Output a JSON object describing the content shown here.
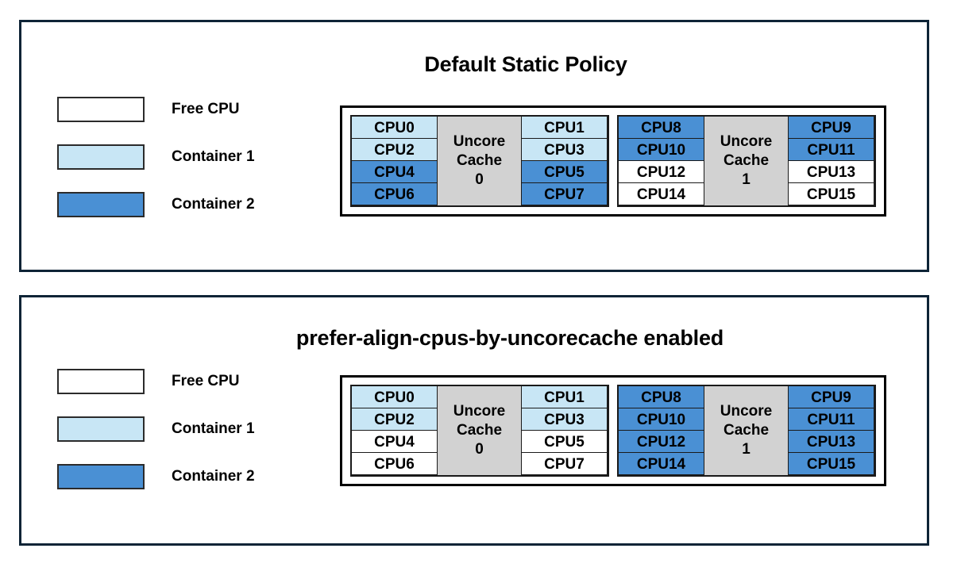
{
  "colors": {
    "free": "#ffffff",
    "container1": "#c8e6f5",
    "container2": "#4a90d4",
    "cache": "#d2d2d2",
    "panel_border": "#0e2436",
    "cell_border": "#1a1a1a"
  },
  "legend": {
    "items": [
      {
        "label": "Free CPU",
        "fill": "free"
      },
      {
        "label": "Container 1",
        "fill": "container1"
      },
      {
        "label": "Container 2",
        "fill": "container2"
      }
    ]
  },
  "panels": [
    {
      "id": "default-static-policy",
      "title": "Default Static Policy",
      "caches": [
        {
          "cache_label_line1": "Uncore",
          "cache_label_line2": "Cache",
          "cache_label_line3": "0",
          "left_column": [
            {
              "label": "CPU0",
              "fill": "container1"
            },
            {
              "label": "CPU2",
              "fill": "container1"
            },
            {
              "label": "CPU4",
              "fill": "container2"
            },
            {
              "label": "CPU6",
              "fill": "container2"
            }
          ],
          "right_column": [
            {
              "label": "CPU1",
              "fill": "container1"
            },
            {
              "label": "CPU3",
              "fill": "container1"
            },
            {
              "label": "CPU5",
              "fill": "container2"
            },
            {
              "label": "CPU7",
              "fill": "container2"
            }
          ]
        },
        {
          "cache_label_line1": "Uncore",
          "cache_label_line2": "Cache",
          "cache_label_line3": "1",
          "left_column": [
            {
              "label": "CPU8",
              "fill": "container2"
            },
            {
              "label": "CPU10",
              "fill": "container2"
            },
            {
              "label": "CPU12",
              "fill": "free"
            },
            {
              "label": "CPU14",
              "fill": "free"
            }
          ],
          "right_column": [
            {
              "label": "CPU9",
              "fill": "container2"
            },
            {
              "label": "CPU11",
              "fill": "container2"
            },
            {
              "label": "CPU13",
              "fill": "free"
            },
            {
              "label": "CPU15",
              "fill": "free"
            }
          ]
        }
      ]
    },
    {
      "id": "prefer-align-cpus-by-uncorecache",
      "title": "prefer-align-cpus-by-uncorecache enabled",
      "caches": [
        {
          "cache_label_line1": "Uncore",
          "cache_label_line2": "Cache",
          "cache_label_line3": "0",
          "left_column": [
            {
              "label": "CPU0",
              "fill": "container1"
            },
            {
              "label": "CPU2",
              "fill": "container1"
            },
            {
              "label": "CPU4",
              "fill": "free"
            },
            {
              "label": "CPU6",
              "fill": "free"
            }
          ],
          "right_column": [
            {
              "label": "CPU1",
              "fill": "container1"
            },
            {
              "label": "CPU3",
              "fill": "container1"
            },
            {
              "label": "CPU5",
              "fill": "free"
            },
            {
              "label": "CPU7",
              "fill": "free"
            }
          ]
        },
        {
          "cache_label_line1": "Uncore",
          "cache_label_line2": "Cache",
          "cache_label_line3": "1",
          "left_column": [
            {
              "label": "CPU8",
              "fill": "container2"
            },
            {
              "label": "CPU10",
              "fill": "container2"
            },
            {
              "label": "CPU12",
              "fill": "container2"
            },
            {
              "label": "CPU14",
              "fill": "container2"
            }
          ],
          "right_column": [
            {
              "label": "CPU9",
              "fill": "container2"
            },
            {
              "label": "CPU11",
              "fill": "container2"
            },
            {
              "label": "CPU13",
              "fill": "container2"
            },
            {
              "label": "CPU15",
              "fill": "container2"
            }
          ]
        }
      ]
    }
  ]
}
